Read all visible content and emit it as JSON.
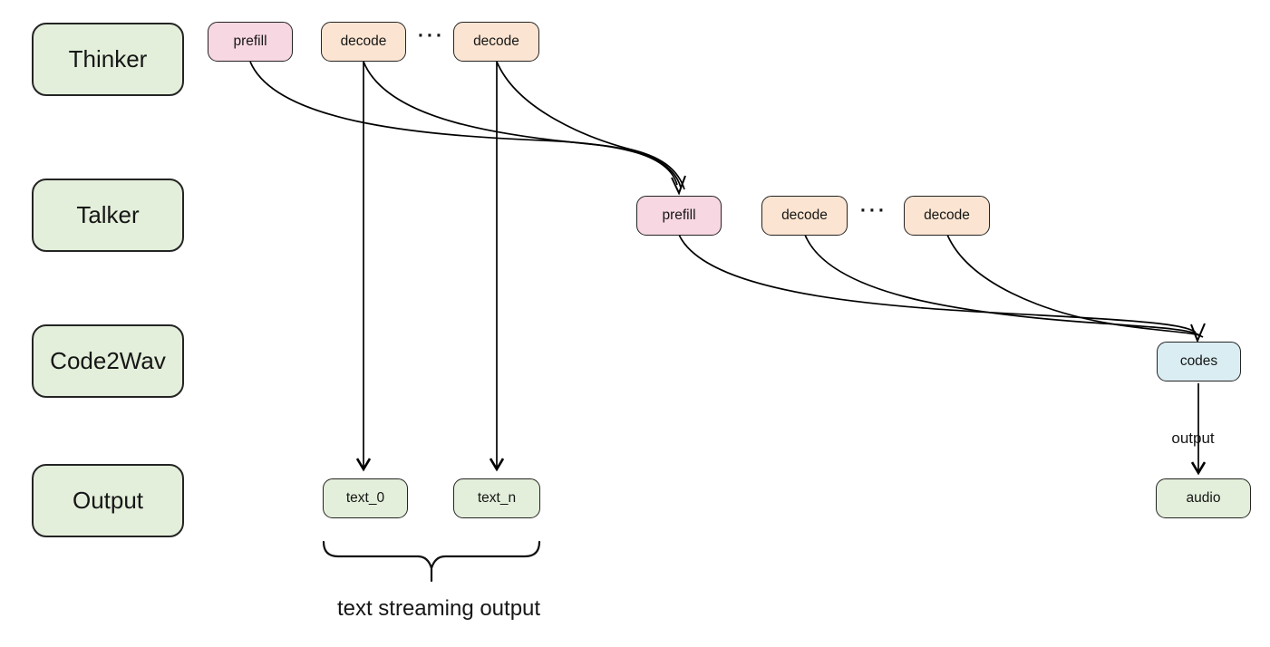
{
  "colors": {
    "background": "#ffffff",
    "lane_fill": "#e3efda",
    "prefill_fill": "#f7d7e1",
    "decode_fill": "#fbe5d2",
    "codes_fill": "#d9edf2",
    "output_node_fill": "#e3efda",
    "box_border": "#242424",
    "arrow_stroke": "#000000"
  },
  "lanes": {
    "thinker": "Thinker",
    "talker": "Talker",
    "code2wav": "Code2Wav",
    "output": "Output"
  },
  "thinker_row": {
    "prefill": "prefill",
    "decode_first": "decode",
    "ellipsis": "···",
    "decode_last": "decode"
  },
  "talker_row": {
    "prefill": "prefill",
    "decode_first": "decode",
    "ellipsis": "···",
    "decode_last": "decode"
  },
  "nodes": {
    "codes": "codes",
    "text_first": "text_0",
    "text_last": "text_n",
    "audio": "audio"
  },
  "annotations": {
    "codes_to_audio_arrow": "output",
    "brace_caption": "text streaming output"
  }
}
